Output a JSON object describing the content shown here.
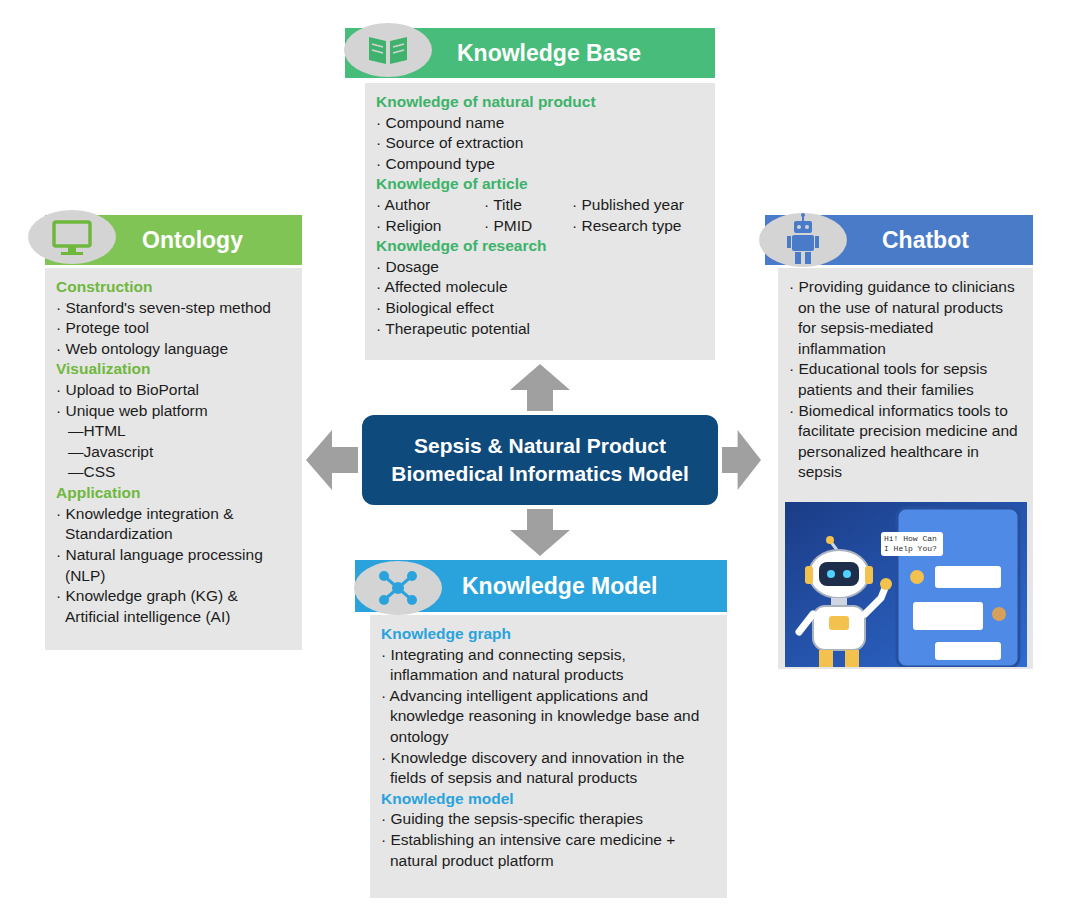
{
  "diagram": {
    "nodes": [
      {
        "text": [
          "Knowledge Base",
          "Knowledge of natural product",
          "· Compound name",
          "· Source of extraction",
          "· Compound type",
          "Knowledge of article",
          "· Author",
          "· Title",
          "· Published year",
          "· Religion",
          "· PMID",
          "· Research type",
          "Knowledge of research",
          "· Dosage",
          "· Affected molecule",
          "· Biological effect",
          "· Therapeutic potential"
        ]
      },
      {
        "text": [
          "Ontology",
          "Construction",
          "· Stanford's seven-step method",
          "· Protege tool",
          "· Web ontology language",
          "Visualization",
          "· Upload to BioPortal",
          "· Unique web platform",
          "—HTML",
          "—Javascript",
          "—CSS",
          "Application",
          "· Knowledge integration & Standardization",
          "· Natural language processing (NLP)",
          "· Knowledge graph (KG) & Artificial intelligence (AI)"
        ]
      },
      {
        "text": [
          "Sepsis & Natural Product Biomedical Informatics Model"
        ]
      },
      {
        "text": [
          "Chatbot",
          "· Providing guidance to clinicians on the use of natural products for sepsis-mediated inflammation",
          "· Educational tools for sepsis patients and their families",
          "· Biomedical informatics tools to facilitate precision medicine and personalized healthcare in sepsis"
        ]
      },
      {
        "text": [
          "Knowledge Model",
          "Knowledge graph",
          "· Integrating and connecting sepsis, inflammation and natural products",
          "· Advancing intelligent applications and knowledge reasoning in knowledge base and ontology",
          "· Knowledge discovery and innovation in the fields of sepsis and natural products",
          "Knowledge model",
          "· Guiding the sepsis-specific therapies",
          "· Establishing an intensive care medicine + natural product platform"
        ]
      }
    ],
    "edges": [
      {
        "from": 2,
        "to": 0,
        "arrow": "to"
      },
      {
        "from": 2,
        "to": 1,
        "arrow": "to"
      },
      {
        "from": 2,
        "to": 3,
        "arrow": "to"
      },
      {
        "from": 2,
        "to": 4,
        "arrow": "to"
      }
    ],
    "labels": [
      "Hi! How Can I Help You?"
    ]
  }
}
